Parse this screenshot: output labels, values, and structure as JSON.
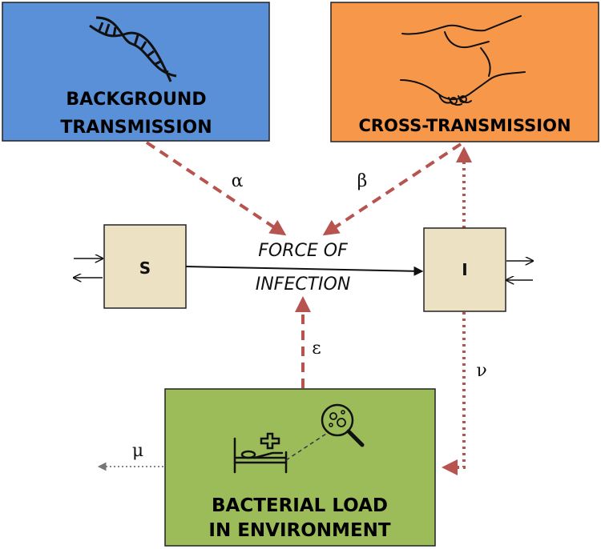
{
  "colors": {
    "background_box": "#5990d8",
    "cross_box": "#f6974a",
    "environment_box": "#9bbc58",
    "state_box": "#ede1c3",
    "influence_arrow": "#b85450",
    "flow_arrow": "#111111",
    "decay_arrow": "#777777"
  },
  "boxes": {
    "background": {
      "line1": "BACKGROUND",
      "line2": "TRANSMISSION",
      "icon": "dna-icon"
    },
    "cross": {
      "line1": "CROSS-TRANSMISSION",
      "icon": "handshake-icon"
    },
    "environment": {
      "line1": "BACTERIAL LOAD",
      "line2": "IN ENVIRONMENT",
      "icons": [
        "hospital-bed-icon",
        "magnifier-bacteria-icon"
      ]
    }
  },
  "states": {
    "s": "S",
    "i": "I"
  },
  "force": {
    "line1": "FORCE OF",
    "line2": "INFECTION"
  },
  "params": {
    "alpha": "α",
    "beta": "β",
    "epsilon": "ε",
    "nu": "ν",
    "mu": "μ"
  }
}
